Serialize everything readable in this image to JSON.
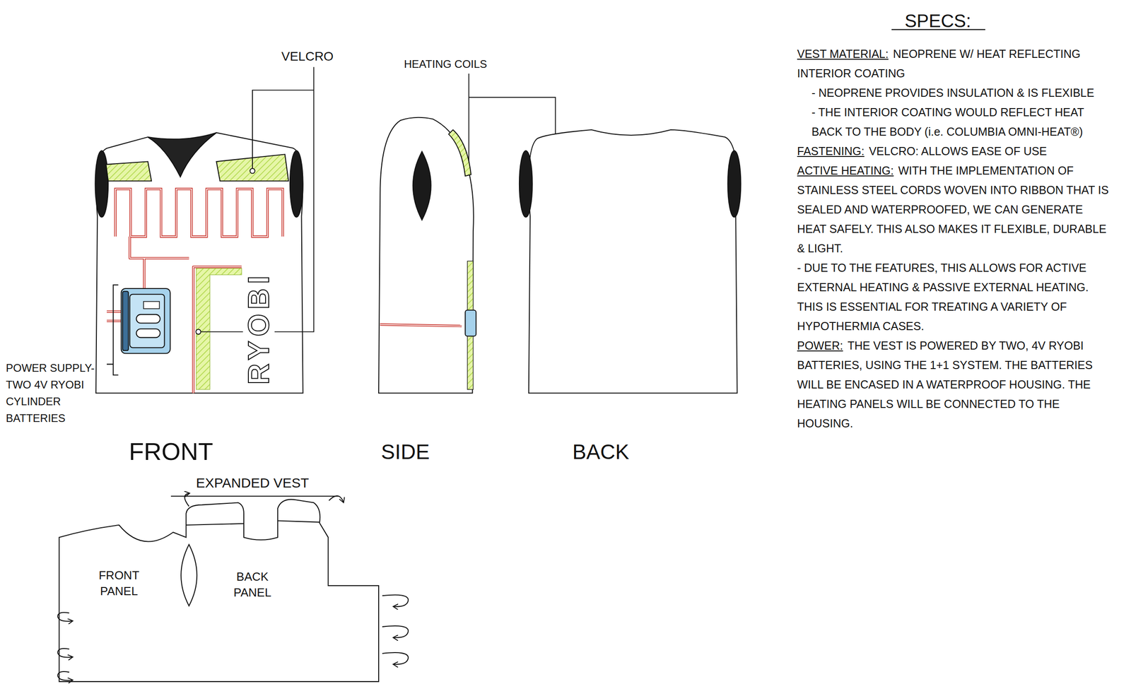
{
  "diagram": {
    "labels": [
      "VELCRO",
      "HEATING COILS",
      "SPECS:",
      "VEST MATERIAL:",
      "NEOPRENE W/ HEAT REFLECTING INTERIOR COATING",
      "- NEOPRENE PROVIDES INSULATION & IS FLEXIBLE",
      "- THE INTERIOR COATING WOULD REFLECT HEAT BACK TO THE BODY (i.e. COLUMBIA OMNI-HEAT®)",
      "FASTENING:",
      "VELCRO: ALLOWS EASE OF USE",
      "ACTIVE HEATING:",
      "WITH THE IMPLEMENTATION OF STAINLESS STEEL CORDS WOVEN INTO RIBBON THAT IS SEALED AND WATERPROOFED, WE CAN GENERATE HEAT SAFELY. THIS ALSO MAKES IT FLEXIBLE, DURABLE & LIGHT.",
      "- DUE TO THE FEATURES, THIS ALLOWS FOR ACTIVE EXTERNAL HEATING & PASSIVE EXTERNAL HEATING. THIS IS ESSENTIAL FOR TREATING A VARIETY OF HYPOTHERMIA CASES.",
      "POWER:",
      "THE VEST IS POWERED BY TWO, 4V RYOBI BATTERIES, USING THE 1+1 SYSTEM. THE BATTERIES WILL BE ENCASED IN A WATERPROOF HOUSING. THE HEATING PANELS WILL BE CONNECTED TO THE HOUSING.",
      "RYOBI",
      "POWER SUPPLY- TWO 4V RYOBI CYLINDER BATTERIES",
      "FRONT",
      "SIDE",
      "BACK",
      "EXPANDED VEST",
      "FRONT PANEL",
      "BACK PANEL"
    ]
  }
}
